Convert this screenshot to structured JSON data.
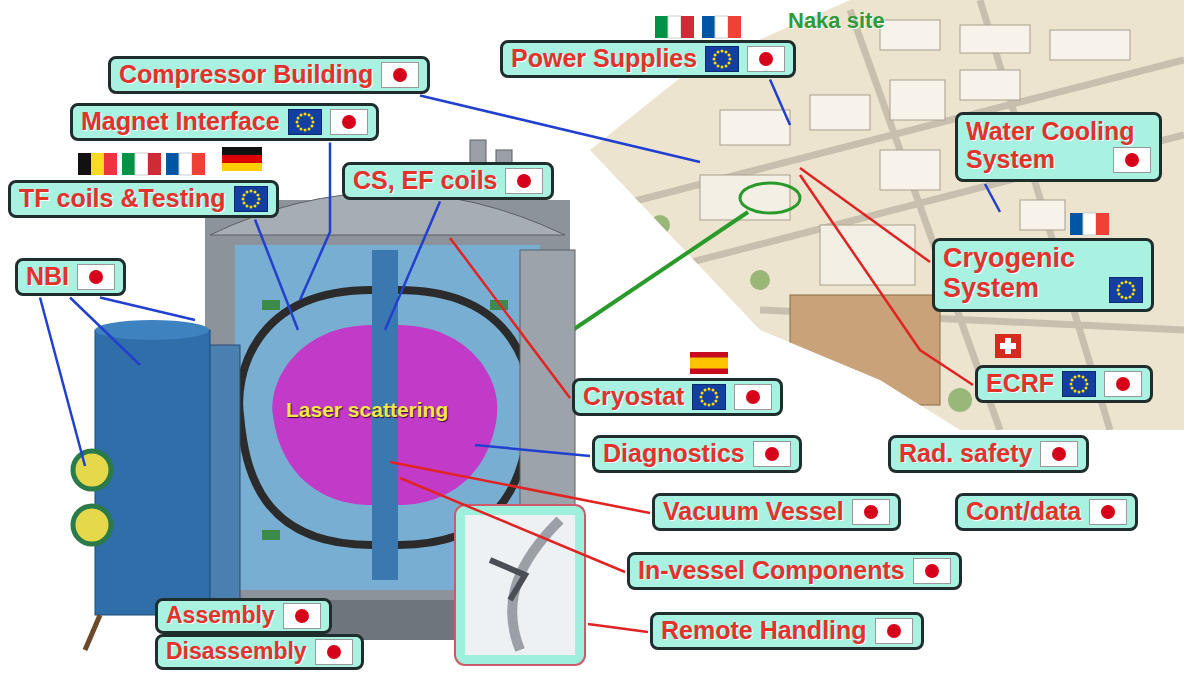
{
  "diagram": {
    "nodes": [
      {
        "text": [
          "Compressor Building"
        ]
      },
      {
        "text": [
          "Power Supplies"
        ]
      },
      {
        "text": [
          "Magnet Interface"
        ]
      },
      {
        "text": [
          "TF coils &Testing"
        ]
      },
      {
        "text": [
          "CS, EF coils"
        ]
      },
      {
        "text": [
          "Water Cooling System"
        ]
      },
      {
        "text": [
          "NBI"
        ]
      },
      {
        "text": [
          "Cryogenic System"
        ]
      },
      {
        "text": [
          "Cryostat"
        ]
      },
      {
        "text": [
          "ECRF"
        ]
      },
      {
        "text": [
          "Diagnostics"
        ]
      },
      {
        "text": [
          "Rad. safety"
        ]
      },
      {
        "text": [
          "Vacuum Vessel"
        ]
      },
      {
        "text": [
          "Cont/data"
        ]
      },
      {
        "text": [
          "In-vessel Components"
        ]
      },
      {
        "text": [
          "Assembly"
        ]
      },
      {
        "text": [
          "Disassembly"
        ]
      },
      {
        "text": [
          "Remote Handling"
        ]
      }
    ],
    "labels": [
      "Naka site",
      "Laser scattering"
    ]
  }
}
